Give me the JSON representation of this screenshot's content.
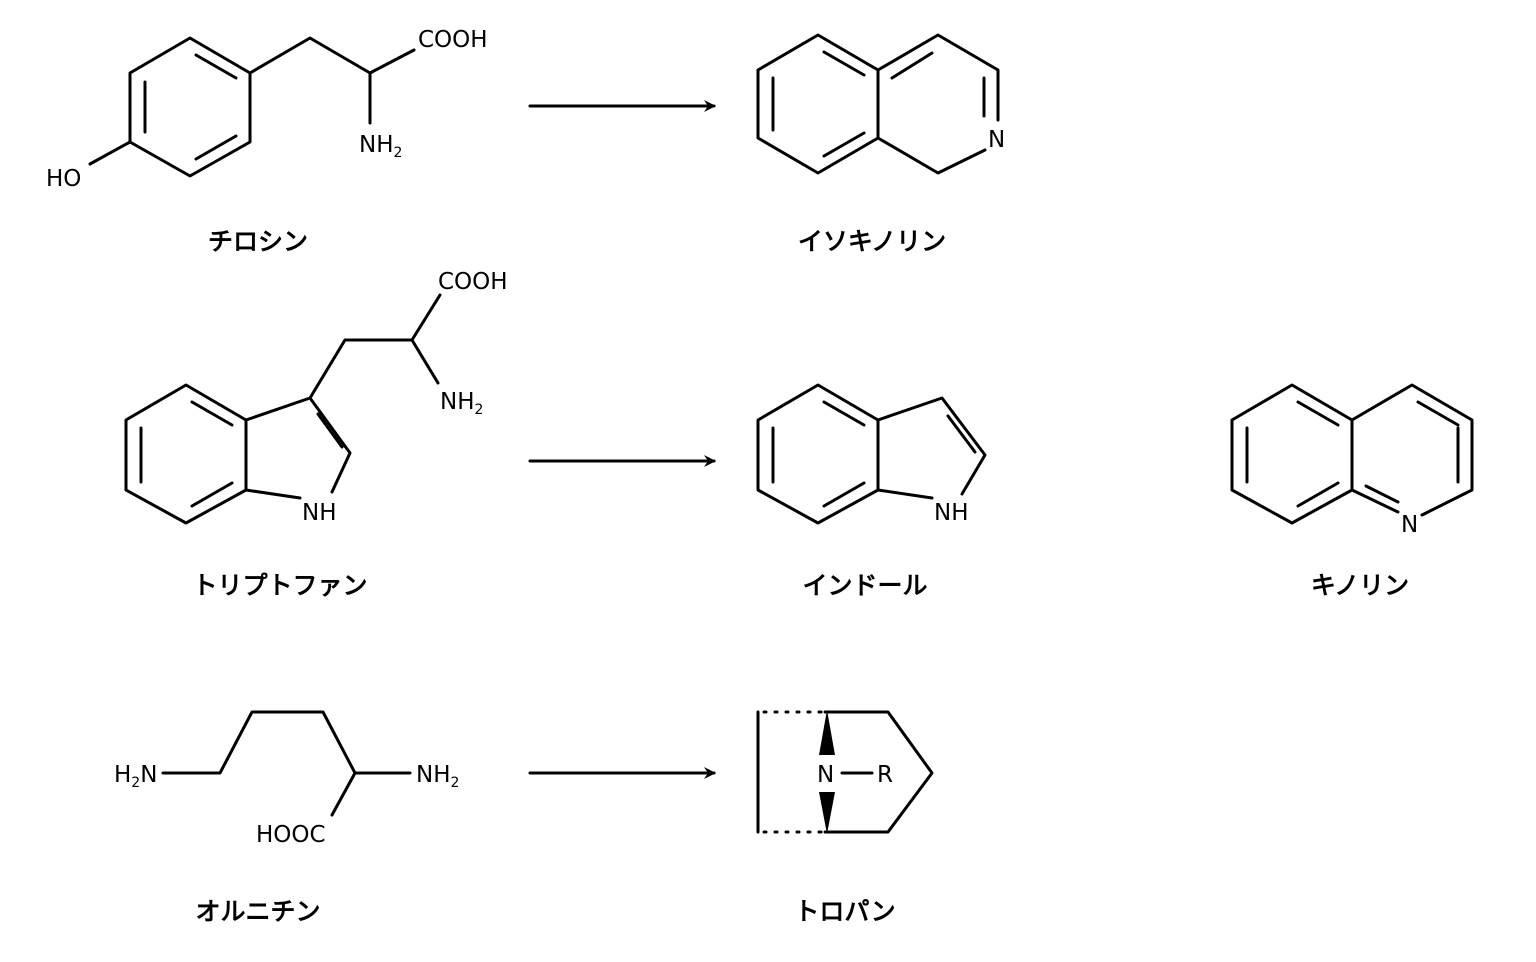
{
  "molecules": {
    "tyrosine": {
      "name": "チロシン",
      "groups": {
        "ho": "HO",
        "cooh": "COOH",
        "nh": "NH",
        "sub2": "2"
      }
    },
    "isoquinoline": {
      "name": "イソキノリン",
      "n": "N"
    },
    "tryptophan": {
      "name": "トリプトファン",
      "groups": {
        "cooh": "COOH",
        "nh": "NH",
        "sub2": "2",
        "ring_nh": "NH"
      }
    },
    "indole": {
      "name": "インドール",
      "nh": "NH"
    },
    "quinoline": {
      "name": "キノリン",
      "n": "N"
    },
    "ornithine": {
      "name": "オルニチン",
      "groups": {
        "h": "H",
        "n": "N",
        "nh": "NH",
        "sub2": "2",
        "hooc": "HOOC"
      }
    },
    "tropane": {
      "name": "トロパン",
      "n": "N",
      "r": "R"
    }
  }
}
